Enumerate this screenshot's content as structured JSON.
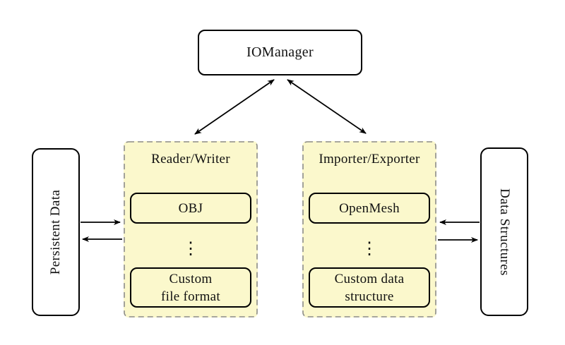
{
  "diagram": {
    "io_manager": {
      "label": "IOManager"
    },
    "reader_writer": {
      "title": "Reader/Writer",
      "item_top": "OBJ",
      "dots": "⋮",
      "item_bottom_line1": "Custom",
      "item_bottom_line2": "file format"
    },
    "importer_exporter": {
      "title": "Importer/Exporter",
      "item_top": "OpenMesh",
      "dots": "⋮",
      "item_bottom_line1": "Custom data",
      "item_bottom_line2": "structure"
    },
    "persistent_data": {
      "label": "Persistent Data"
    },
    "data_structures": {
      "label": "Data Structures"
    },
    "colors": {
      "background": "#FFFFFF",
      "panel_fill": "#FBF8CC",
      "panel_dashed_border": "#8C8C8C",
      "node_border": "#000000",
      "arrow": "#000000",
      "text": "#111111"
    }
  }
}
